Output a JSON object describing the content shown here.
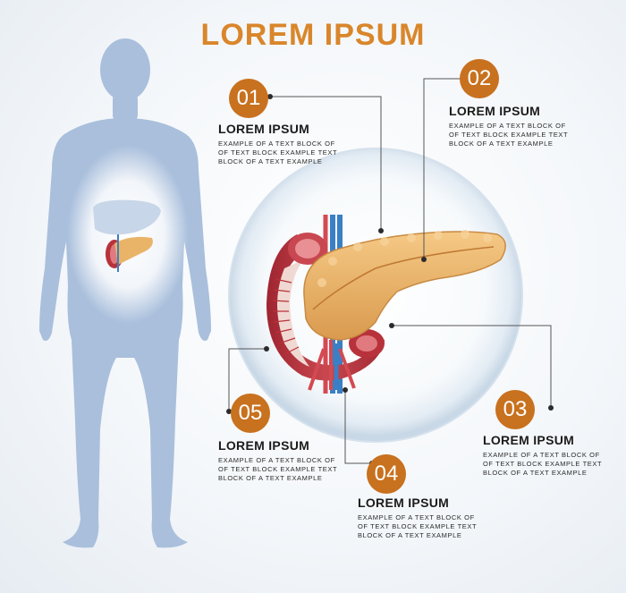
{
  "title": "LOREM IPSUM",
  "callouts": [
    {
      "number": "01",
      "heading": "LOREM IPSUM",
      "body_lines": [
        "EXAMPLE OF A TEXT BLOCK OF",
        "OF TEXT BLOCK EXAMPLE TEXT",
        "BLOCK OF A TEXT EXAMPLE"
      ]
    },
    {
      "number": "02",
      "heading": "LOREM IPSUM",
      "body_lines": [
        "EXAMPLE OF A TEXT BLOCK OF",
        "OF TEXT BLOCK EXAMPLE TEXT",
        "BLOCK OF A TEXT EXAMPLE"
      ]
    },
    {
      "number": "03",
      "heading": "LOREM IPSUM",
      "body_lines": [
        "EXAMPLE OF A TEXT BLOCK OF",
        "OF TEXT BLOCK EXAMPLE TEXT",
        "BLOCK OF A TEXT EXAMPLE"
      ]
    },
    {
      "number": "04",
      "heading": "LOREM IPSUM",
      "body_lines": [
        "EXAMPLE OF A TEXT BLOCK OF",
        "OF TEXT BLOCK EXAMPLE TEXT",
        "BLOCK OF A TEXT EXAMPLE"
      ]
    },
    {
      "number": "05",
      "heading": "LOREM IPSUM",
      "body_lines": [
        "EXAMPLE OF A TEXT BLOCK OF",
        "OF TEXT BLOCK EXAMPLE TEXT",
        "BLOCK OF A TEXT EXAMPLE"
      ]
    }
  ],
  "colors": {
    "title": "#d9862b",
    "badge": "#c8711e",
    "body_silhouette": "#a9bfdc",
    "pancreas": "#e9b468",
    "duodenum": "#b8323b",
    "vessel_blue": "#3b7fc4"
  }
}
